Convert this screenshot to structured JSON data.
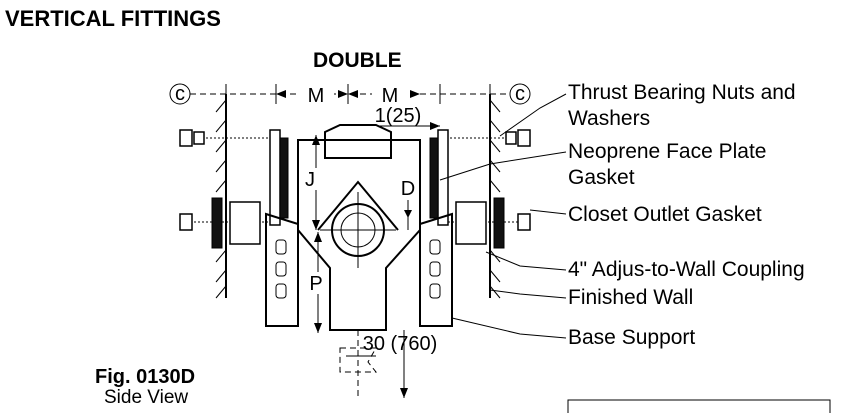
{
  "title": "VERTICAL FITTINGS",
  "subtitle": "DOUBLE",
  "figure": {
    "number": "Fig. 0130D",
    "view": "Side View"
  },
  "callouts": [
    "Thrust Bearing Nuts and",
    "Washers",
    "Neoprene Face Plate",
    "Gasket",
    "Closet Outlet Gasket",
    "4\" Adjus-to-Wall Coupling",
    "Finished Wall",
    "Base Support"
  ],
  "dimension_labels": {
    "m_left": "M",
    "m_right": "M",
    "offset": "1(25)",
    "j": "J",
    "d": "D",
    "p": "P",
    "height": "30 (760)",
    "centerline_left": "c",
    "centerline_right": "c"
  }
}
